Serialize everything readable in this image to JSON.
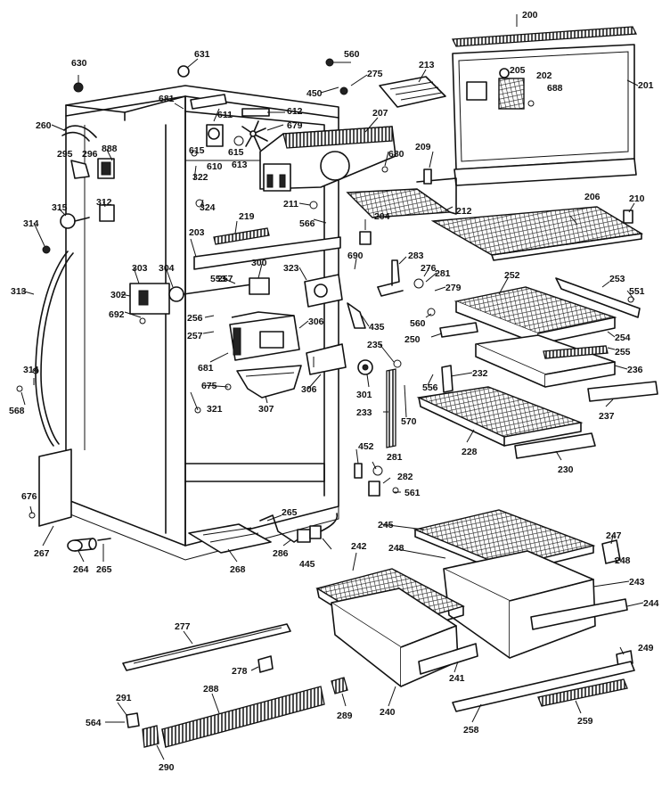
{
  "diagram": {
    "labels": [
      {
        "id": "200",
        "text": "200"
      },
      {
        "id": "201",
        "text": "201"
      },
      {
        "id": "202",
        "text": "202"
      },
      {
        "id": "203",
        "text": "203"
      },
      {
        "id": "204",
        "text": "204"
      },
      {
        "id": "205",
        "text": "205"
      },
      {
        "id": "206",
        "text": "206"
      },
      {
        "id": "207",
        "text": "207"
      },
      {
        "id": "209",
        "text": "209"
      },
      {
        "id": "210",
        "text": "210"
      },
      {
        "id": "211",
        "text": "211"
      },
      {
        "id": "212",
        "text": "212"
      },
      {
        "id": "213",
        "text": "213"
      },
      {
        "id": "219",
        "text": "219"
      },
      {
        "id": "228",
        "text": "228"
      },
      {
        "id": "230",
        "text": "230"
      },
      {
        "id": "232",
        "text": "232"
      },
      {
        "id": "233",
        "text": "233"
      },
      {
        "id": "235",
        "text": "235"
      },
      {
        "id": "236",
        "text": "236"
      },
      {
        "id": "237",
        "text": "237"
      },
      {
        "id": "240",
        "text": "240"
      },
      {
        "id": "241",
        "text": "241"
      },
      {
        "id": "242",
        "text": "242"
      },
      {
        "id": "243",
        "text": "243"
      },
      {
        "id": "244",
        "text": "244"
      },
      {
        "id": "245",
        "text": "245"
      },
      {
        "id": "247",
        "text": "247"
      },
      {
        "id": "248a",
        "text": "248"
      },
      {
        "id": "248b",
        "text": "248"
      },
      {
        "id": "249",
        "text": "249"
      },
      {
        "id": "250",
        "text": "250"
      },
      {
        "id": "252",
        "text": "252"
      },
      {
        "id": "253",
        "text": "253"
      },
      {
        "id": "254",
        "text": "254"
      },
      {
        "id": "255",
        "text": "255"
      },
      {
        "id": "256",
        "text": "256"
      },
      {
        "id": "257a",
        "text": "257"
      },
      {
        "id": "257b",
        "text": "257"
      },
      {
        "id": "258",
        "text": "258"
      },
      {
        "id": "259",
        "text": "259"
      },
      {
        "id": "260",
        "text": "260"
      },
      {
        "id": "264",
        "text": "264"
      },
      {
        "id": "265a",
        "text": "265"
      },
      {
        "id": "265b",
        "text": "265"
      },
      {
        "id": "267",
        "text": "267"
      },
      {
        "id": "268",
        "text": "268"
      },
      {
        "id": "275",
        "text": "275"
      },
      {
        "id": "276",
        "text": "276"
      },
      {
        "id": "277",
        "text": "277"
      },
      {
        "id": "278",
        "text": "278"
      },
      {
        "id": "279",
        "text": "279"
      },
      {
        "id": "281a",
        "text": "281"
      },
      {
        "id": "281b",
        "text": "281"
      },
      {
        "id": "282",
        "text": "282"
      },
      {
        "id": "283",
        "text": "283"
      },
      {
        "id": "286",
        "text": "286"
      },
      {
        "id": "288",
        "text": "288"
      },
      {
        "id": "289",
        "text": "289"
      },
      {
        "id": "290",
        "text": "290"
      },
      {
        "id": "291",
        "text": "291"
      },
      {
        "id": "295",
        "text": "295"
      },
      {
        "id": "296",
        "text": "296"
      },
      {
        "id": "300",
        "text": "300"
      },
      {
        "id": "301",
        "text": "301"
      },
      {
        "id": "302",
        "text": "302"
      },
      {
        "id": "303",
        "text": "303"
      },
      {
        "id": "304",
        "text": "304"
      },
      {
        "id": "306a",
        "text": "306"
      },
      {
        "id": "306b",
        "text": "306"
      },
      {
        "id": "307",
        "text": "307"
      },
      {
        "id": "312",
        "text": "312"
      },
      {
        "id": "313",
        "text": "313"
      },
      {
        "id": "314a",
        "text": "314"
      },
      {
        "id": "314b",
        "text": "314"
      },
      {
        "id": "315",
        "text": "315"
      },
      {
        "id": "321",
        "text": "321"
      },
      {
        "id": "322",
        "text": "322"
      },
      {
        "id": "323",
        "text": "323"
      },
      {
        "id": "324",
        "text": "324"
      },
      {
        "id": "435",
        "text": "435"
      },
      {
        "id": "445",
        "text": "445"
      },
      {
        "id": "450",
        "text": "450"
      },
      {
        "id": "452",
        "text": "452"
      },
      {
        "id": "551",
        "text": "551"
      },
      {
        "id": "553",
        "text": "553"
      },
      {
        "id": "556",
        "text": "556"
      },
      {
        "id": "560a",
        "text": "560"
      },
      {
        "id": "560b",
        "text": "560"
      },
      {
        "id": "561",
        "text": "561"
      },
      {
        "id": "564",
        "text": "564"
      },
      {
        "id": "566",
        "text": "566"
      },
      {
        "id": "568",
        "text": "568"
      },
      {
        "id": "570",
        "text": "570"
      },
      {
        "id": "610",
        "text": "610"
      },
      {
        "id": "611",
        "text": "611"
      },
      {
        "id": "612",
        "text": "612"
      },
      {
        "id": "613",
        "text": "613"
      },
      {
        "id": "615a",
        "text": "615"
      },
      {
        "id": "615b",
        "text": "615"
      },
      {
        "id": "630",
        "text": "630"
      },
      {
        "id": "631",
        "text": "631"
      },
      {
        "id": "675",
        "text": "675"
      },
      {
        "id": "676",
        "text": "676"
      },
      {
        "id": "679",
        "text": "679"
      },
      {
        "id": "680",
        "text": "680"
      },
      {
        "id": "681a",
        "text": "681"
      },
      {
        "id": "681b",
        "text": "681"
      },
      {
        "id": "688",
        "text": "688"
      },
      {
        "id": "690",
        "text": "690"
      },
      {
        "id": "692",
        "text": "692"
      },
      {
        "id": "888",
        "text": "888"
      }
    ]
  }
}
